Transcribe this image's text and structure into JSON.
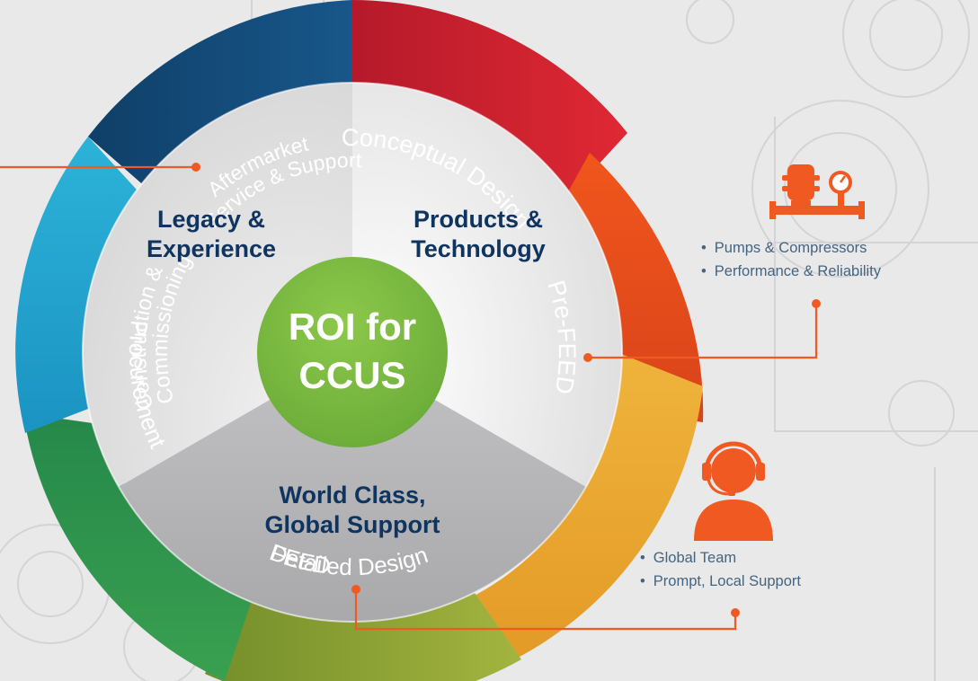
{
  "center": {
    "line1": "ROI for",
    "line2": "CCUS"
  },
  "sectors": {
    "legacy": {
      "line1": "Legacy &",
      "line2": "Experience"
    },
    "products": {
      "line1": "Products &",
      "line2": "Technology"
    },
    "world": {
      "line1": "World Class,",
      "line2": "Global Support"
    }
  },
  "ring": {
    "conceptual": {
      "label": "Conceptual Design",
      "color": "#d3212e"
    },
    "prefeed": {
      "label": "Pre-FEED",
      "color": "#e4521a"
    },
    "feed": {
      "label": "FEED",
      "color": "#e8a72a"
    },
    "detailed": {
      "label": "Detailed Design",
      "color": "#8aa435"
    },
    "procurement": {
      "label": "Procurement",
      "color": "#2b9348"
    },
    "construction": {
      "line1": "Construction &",
      "line2": "Commissioning",
      "color": "#26a7d0"
    },
    "aftermarket": {
      "line1": "Aftermarket",
      "line2": "Service & Support",
      "color": "#134e79"
    }
  },
  "callouts": {
    "products": {
      "icon": "pump-compressor-icon",
      "bullets": [
        "Pumps & Compressors",
        "Performance & Reliability"
      ]
    },
    "support": {
      "icon": "headset-support-icon",
      "bullets": [
        "Global Team",
        "Prompt, Local Support"
      ]
    }
  },
  "colors": {
    "accent": "#f05a22",
    "navy": "#0f3460",
    "green": "#7dbb3f"
  }
}
